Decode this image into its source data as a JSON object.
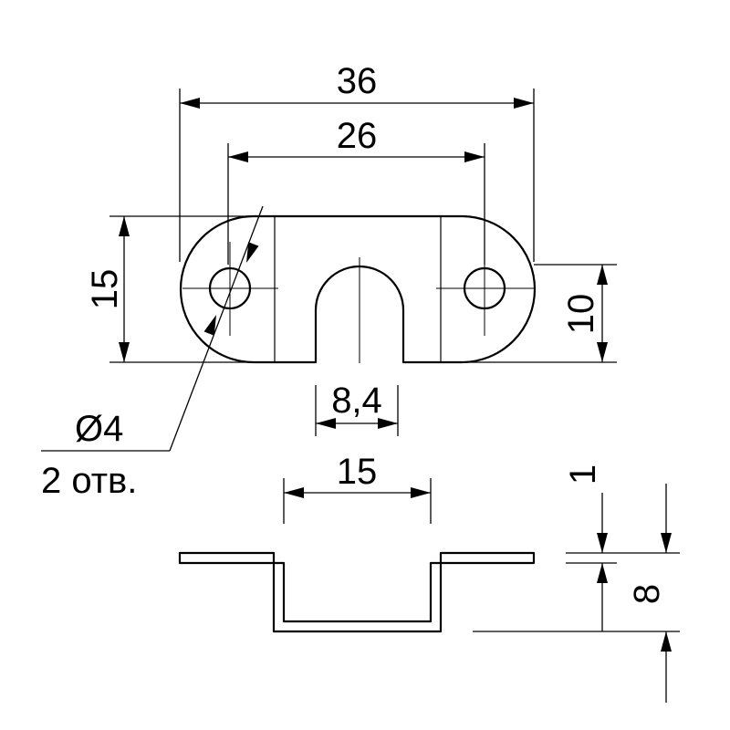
{
  "dimensions": {
    "overall_length": "36",
    "hole_spacing": "26",
    "height_total": "15",
    "height_right": "10",
    "slot_width": "8,4",
    "channel_width": "15",
    "thickness": "1",
    "depth": "8"
  },
  "note": {
    "hole_diameter": "Ø4",
    "hole_count": "2 отв."
  }
}
